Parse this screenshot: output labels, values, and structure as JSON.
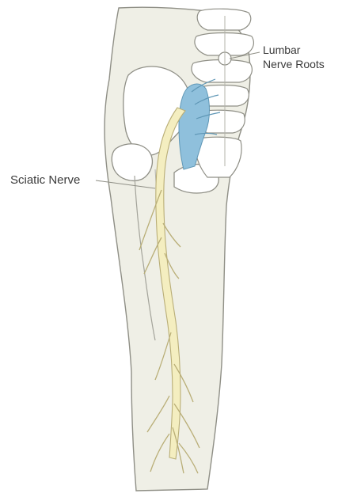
{
  "labels": {
    "lumbar_line1": "Lumbar",
    "lumbar_line2": "Nerve Roots",
    "sciatic": "Sciatic Nerve"
  },
  "colors": {
    "background": "#ffffff",
    "skin": "#efefe6",
    "outline": "#8f8f86",
    "bone": "#ffffff",
    "nerve": "#f4eec0",
    "nerve_outline": "#b9ae77",
    "nerve_roots": "#8fc0dc"
  }
}
